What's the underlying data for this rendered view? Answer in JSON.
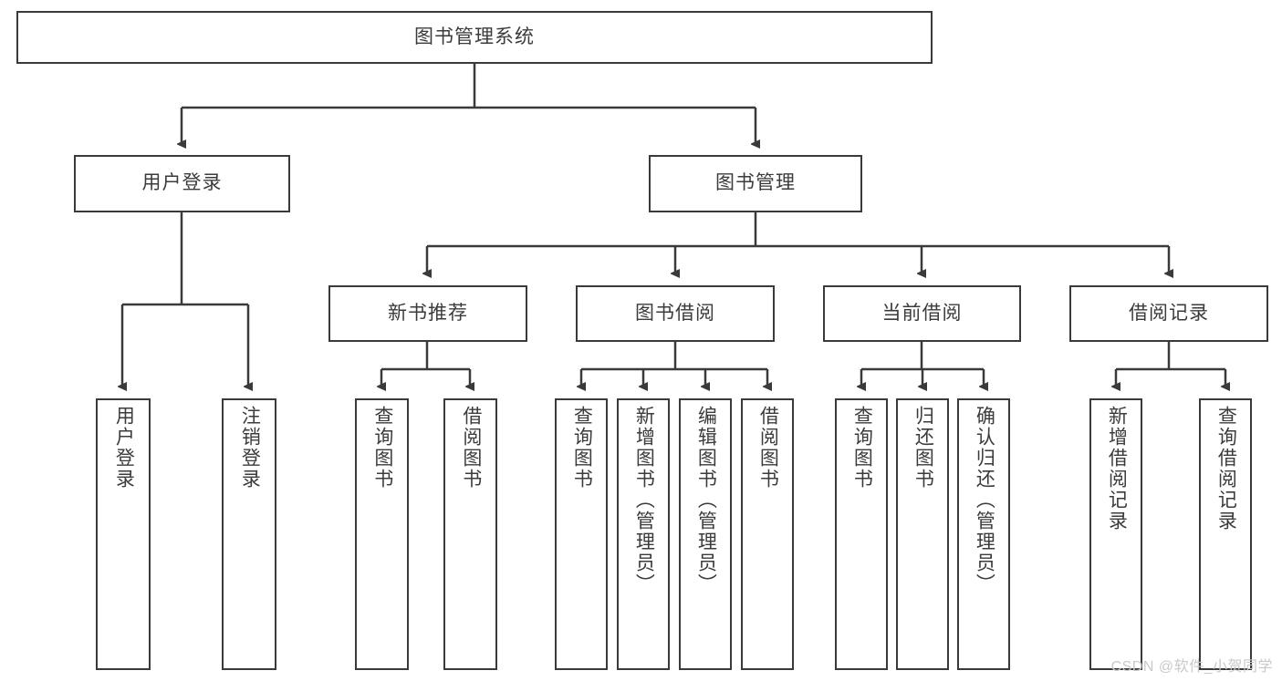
{
  "diagram": {
    "type": "tree-hierarchy",
    "title": "图书管理系统",
    "colors": {
      "box_border": "#3a3a3a",
      "box_fill": "#ffffff",
      "connector": "#3a3a3a",
      "text": "#3b3b3b",
      "background": "#ffffff",
      "watermark": "#c9c9c9"
    },
    "nodes": {
      "root": {
        "label": "图书管理系统"
      },
      "level2": [
        {
          "id": "user-login",
          "label": "用户登录"
        },
        {
          "id": "book-management",
          "label": "图书管理"
        }
      ],
      "level3": [
        {
          "id": "new-book-recommend",
          "label": "新书推荐"
        },
        {
          "id": "book-borrow",
          "label": "图书借阅"
        },
        {
          "id": "current-borrow",
          "label": "当前借阅"
        },
        {
          "id": "borrow-record",
          "label": "借阅记录"
        }
      ],
      "leaves": {
        "user-login": [
          {
            "id": "leaf-user-login",
            "label": "用户登录"
          },
          {
            "id": "leaf-logout-login",
            "label": "注销登录"
          }
        ],
        "new-book-recommend": [
          {
            "id": "leaf-query-book-1",
            "label": "查询图书"
          },
          {
            "id": "leaf-borrow-book-1",
            "label": "借阅图书"
          }
        ],
        "book-borrow": [
          {
            "id": "leaf-query-book-2",
            "label": "查询图书"
          },
          {
            "id": "leaf-add-book-admin",
            "label": "新增图书（管理员）"
          },
          {
            "id": "leaf-edit-book-admin",
            "label": "编辑图书（管理员）"
          },
          {
            "id": "leaf-borrow-book-2",
            "label": "借阅图书"
          }
        ],
        "current-borrow": [
          {
            "id": "leaf-query-book-3",
            "label": "查询图书"
          },
          {
            "id": "leaf-return-book",
            "label": "归还图书"
          },
          {
            "id": "leaf-confirm-return-admin",
            "label": "确认归还（管理员）"
          }
        ],
        "borrow-record": [
          {
            "id": "leaf-add-borrow-record",
            "label": "新增借阅记录"
          },
          {
            "id": "leaf-query-borrow-record",
            "label": "查询借阅记录"
          }
        ]
      }
    },
    "watermark": "CSDN @软件_小贺同学"
  }
}
